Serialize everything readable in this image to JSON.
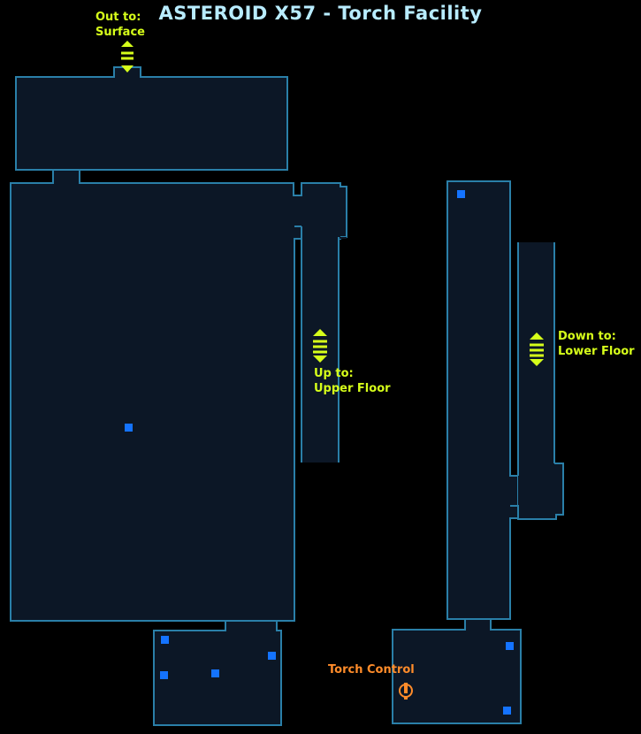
{
  "map": {
    "title": "ASTEROID X57 - Torch Facility",
    "exits": {
      "surface": {
        "line1": "Out to:",
        "line2": "Surface"
      },
      "upper": {
        "line1": "Up to:",
        "line2": "Upper Floor"
      },
      "lower": {
        "line1": "Down to:",
        "line2": "Lower Floor"
      }
    },
    "poi": {
      "label": "Torch Control",
      "icon": "exclamation-icon"
    },
    "colors": {
      "background": "#000000",
      "room_fill": "#0c1726",
      "wall": "#2a7fa8",
      "marker": "#1473ff",
      "exit": "#d6ff1a",
      "poi": "#ff8c2a",
      "title": "#b8ecff"
    }
  }
}
